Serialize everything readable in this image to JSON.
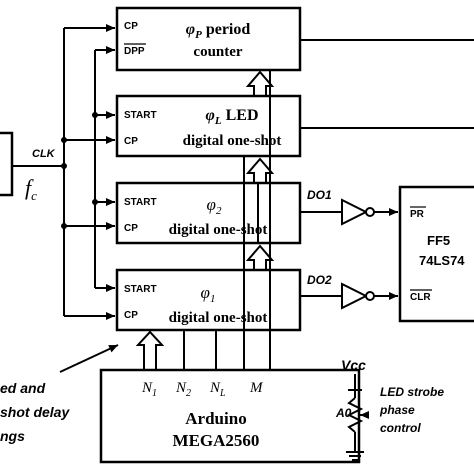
{
  "blocks": {
    "period_counter": {
      "pin_cp": "CP",
      "pin_dpp": "DPP",
      "symbol": "φ",
      "sub": "P",
      "title_rest": " period",
      "line2": "counter"
    },
    "led_oneshot": {
      "pin_start": "START",
      "pin_cp": "CP",
      "symbol": "φ",
      "sub": "L",
      "title_rest": " LED",
      "line2": "digital one-shot"
    },
    "oneshot_2": {
      "pin_start": "START",
      "pin_cp": "CP",
      "symbol": "φ",
      "sub": "2",
      "line2": "digital one-shot"
    },
    "oneshot_1": {
      "pin_start": "START",
      "pin_cp": "CP",
      "symbol": "φ",
      "sub": "1",
      "line2": "digital one-shot"
    },
    "flipflop": {
      "pin_pr": "PR",
      "pin_clr": "CLR",
      "name": "FF5",
      "part": "74LS74"
    },
    "arduino": {
      "line1": "Arduino",
      "line2": "MEGA2560",
      "pin_a0": "A0",
      "n1": "N",
      "n1_sub": "1",
      "n2": "N",
      "n2_sub": "2",
      "nl": "N",
      "nl_sub": "L",
      "m": "M"
    }
  },
  "signals": {
    "clk": "CLK",
    "fc": "f",
    "fc_sub": "c",
    "do1": "DO1",
    "do2": "DO2",
    "vcc": "Vcc"
  },
  "notes": {
    "left_lines": [
      "ed and",
      "shot delay",
      "ngs"
    ],
    "pot_lines": [
      "LED strobe",
      "phase",
      "control"
    ]
  }
}
